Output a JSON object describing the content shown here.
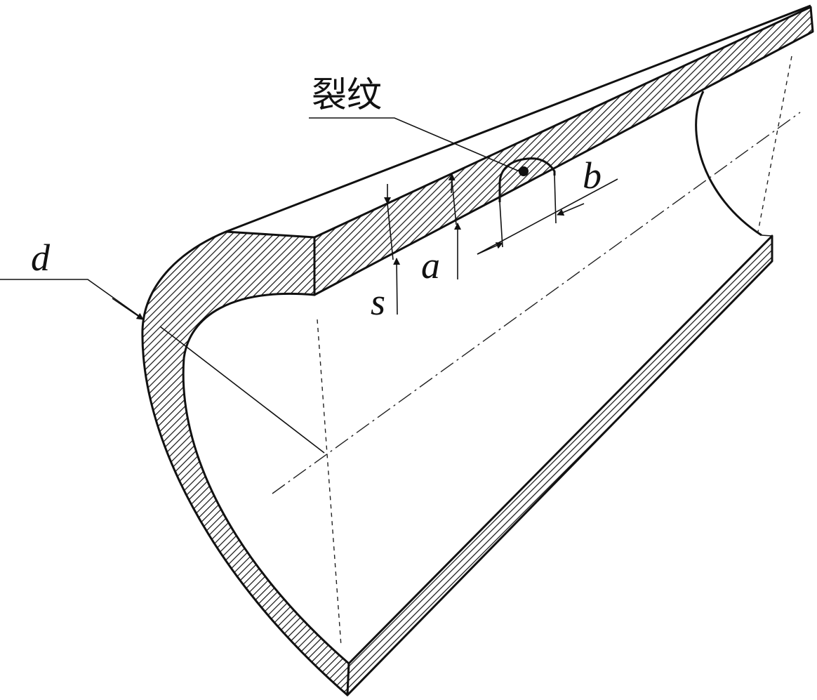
{
  "labels": {
    "crack": "裂纹",
    "d": "d",
    "s": "s",
    "a": "a",
    "b": "b"
  },
  "colors": {
    "line": "#111111",
    "background": "#ffffff"
  }
}
